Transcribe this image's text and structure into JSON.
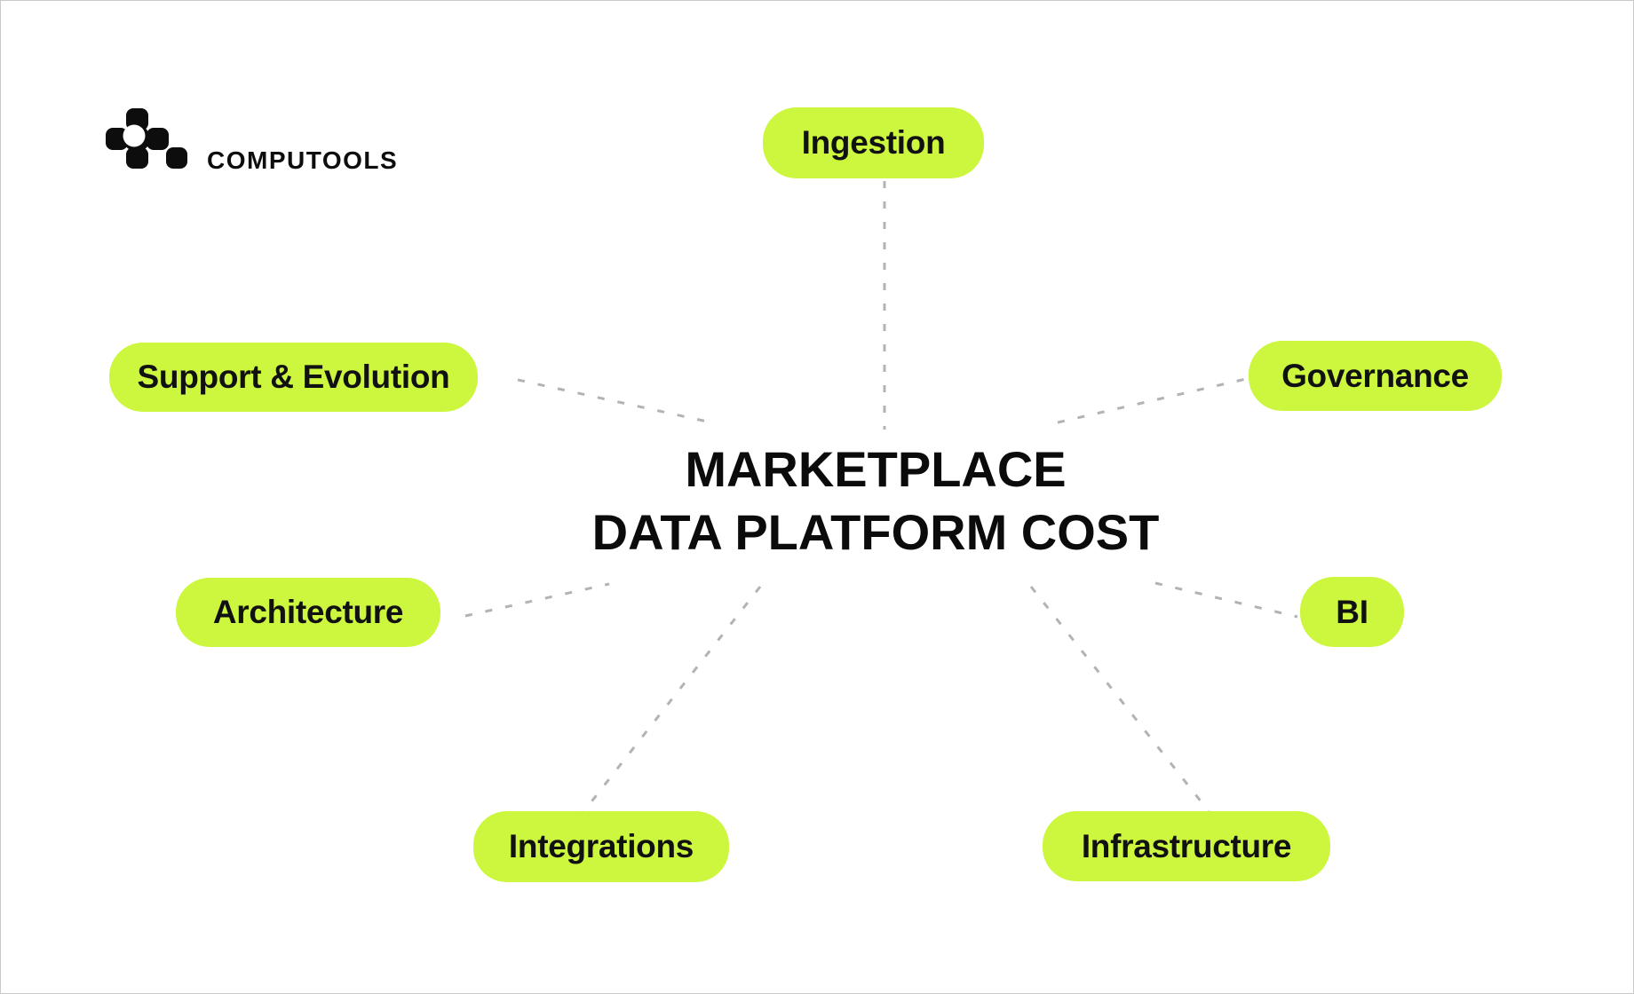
{
  "brand": {
    "name": "COMPUTOOLS",
    "logo_icon": "computools-pixel-cluster-icon"
  },
  "title": {
    "line1": "MARKETPLACE",
    "line2": "DATA PLATFORM COST"
  },
  "nodes": [
    {
      "label": "Ingestion",
      "position": "top"
    },
    {
      "label": "Support & Evolution",
      "position": "upper-left"
    },
    {
      "label": "Governance",
      "position": "upper-right"
    },
    {
      "label": "Architecture",
      "position": "mid-left"
    },
    {
      "label": "BI",
      "position": "mid-right"
    },
    {
      "label": "Integrations",
      "position": "bottom-left"
    },
    {
      "label": "Infrastructure",
      "position": "bottom-right"
    }
  ],
  "colors": {
    "node_fill": "#cdf73f",
    "connector": "#b3b3b3",
    "text": "#0d0d0d",
    "background": "#ffffff"
  }
}
